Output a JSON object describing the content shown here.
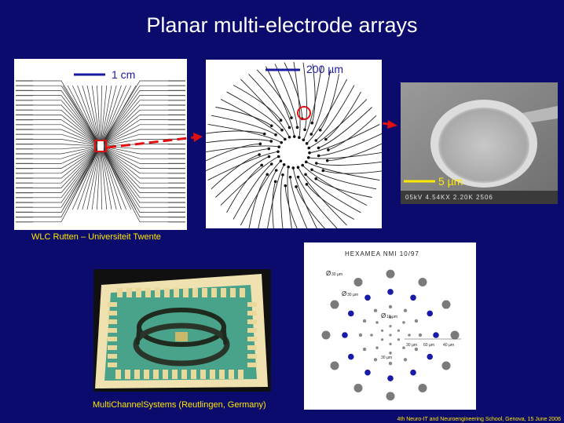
{
  "slide": {
    "title": "Planar multi-electrode arrays",
    "footer": "4th Neuro-IT and Neuroengineering School, Genova, 15 June 2006"
  },
  "panels": {
    "mea_overview": {
      "scale_label": "1 cm"
    },
    "mea_center": {
      "scale_label": "200 µm"
    },
    "sem_electrode": {
      "scale_label": "5 µm",
      "sem_info": "05kV   4.54KX  2.20K  2506"
    },
    "hexamea": {
      "title": "HEXAMEA NMI 10/97",
      "dia_large": "30 µm",
      "dia_medium": "30 µm",
      "dia_small": "10 µm",
      "spacing_a": "30 µm",
      "spacing_b": "60 µm",
      "spacing_c": "40 µm",
      "spacing_d": "30 µm"
    }
  },
  "captions": {
    "twente": "WLC Rutten – Universiteit Twente",
    "mcs": "MultiChannelSystems (Reutlingen, Germany)"
  },
  "colors": {
    "background": "#0b0b6e",
    "title": "#ffffff",
    "caption": "#ffe800",
    "arrow": "#e01010",
    "scale_bar": "#1a1aa0"
  }
}
